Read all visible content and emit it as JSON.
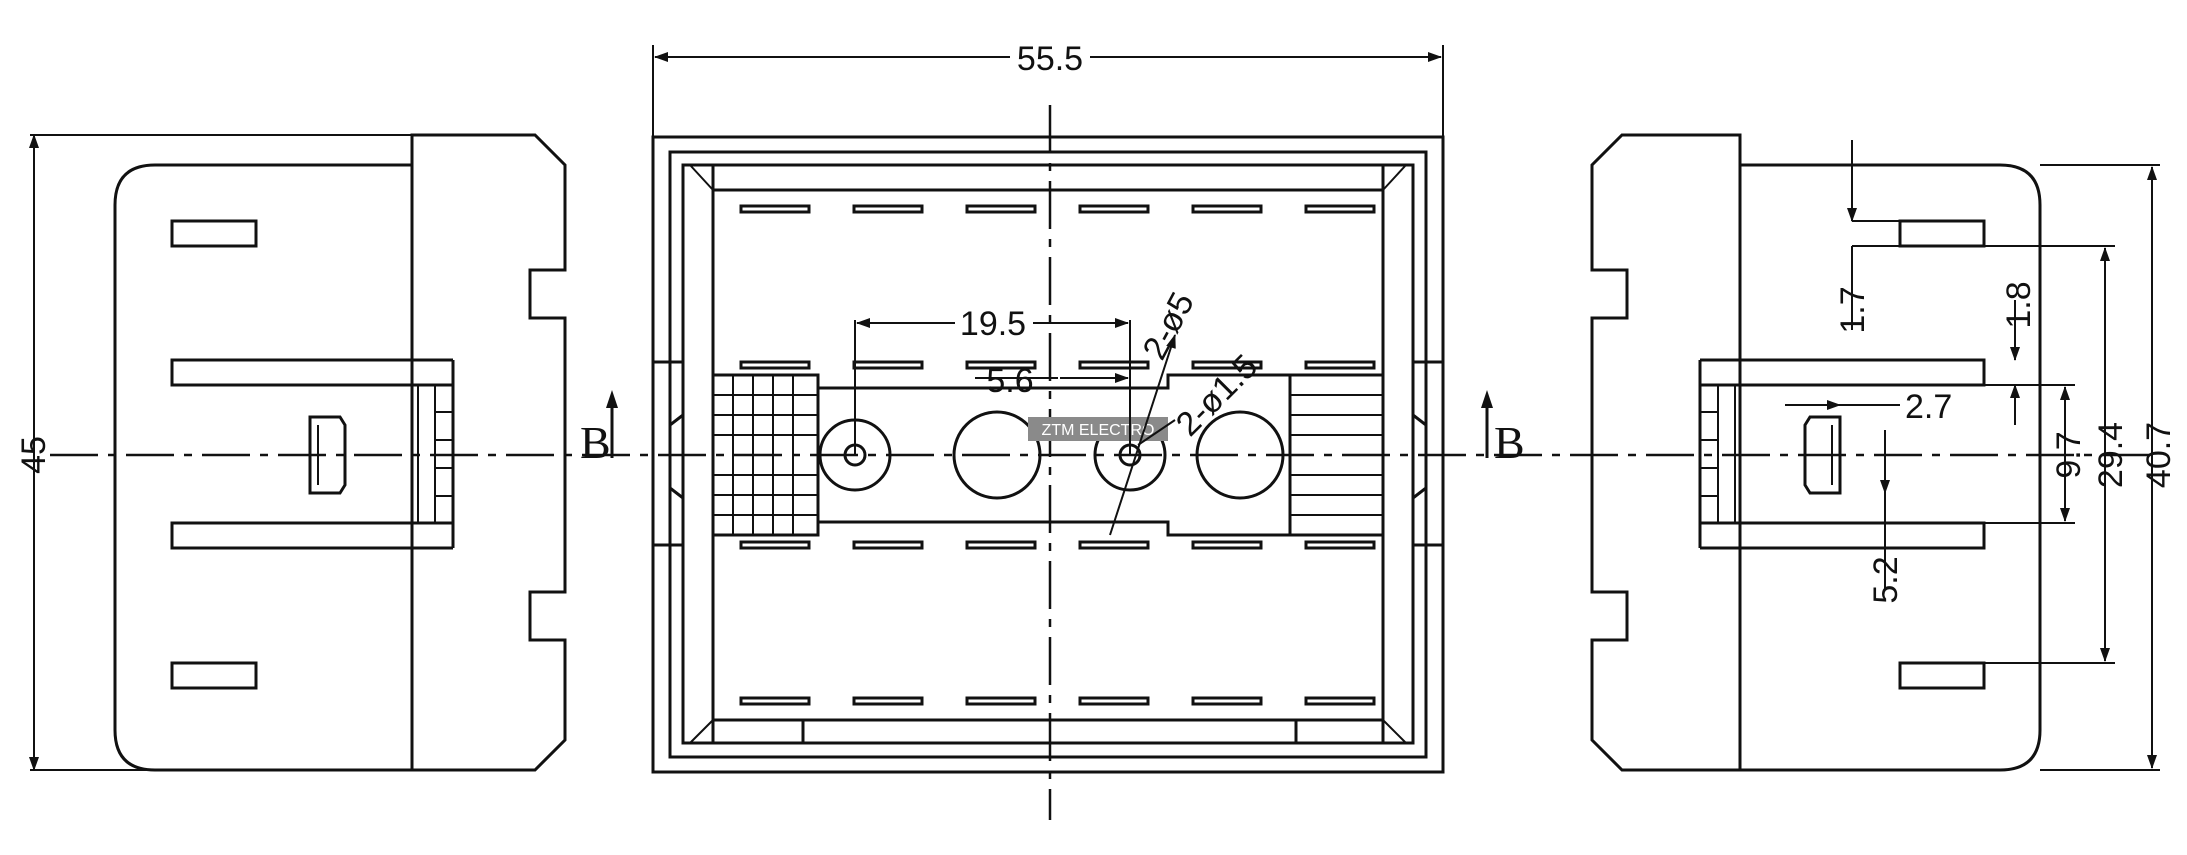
{
  "watermark": "ZTM ELECTRO",
  "section_labels": {
    "left": "B",
    "right": "B"
  },
  "front_view": {
    "overall_width": "55.5",
    "spacing": "19.5",
    "offset": "5.6",
    "hole_large": "2-ø5",
    "hole_small": "2-ø1.5"
  },
  "left_view": {
    "height": "45"
  },
  "right_view": {
    "dim_a": "1.7",
    "dim_b": "1.8",
    "dim_c": "2.7",
    "dim_d": "5.2",
    "dim_e": "9.7",
    "dim_f": "29.4",
    "dim_g": "40.7"
  }
}
